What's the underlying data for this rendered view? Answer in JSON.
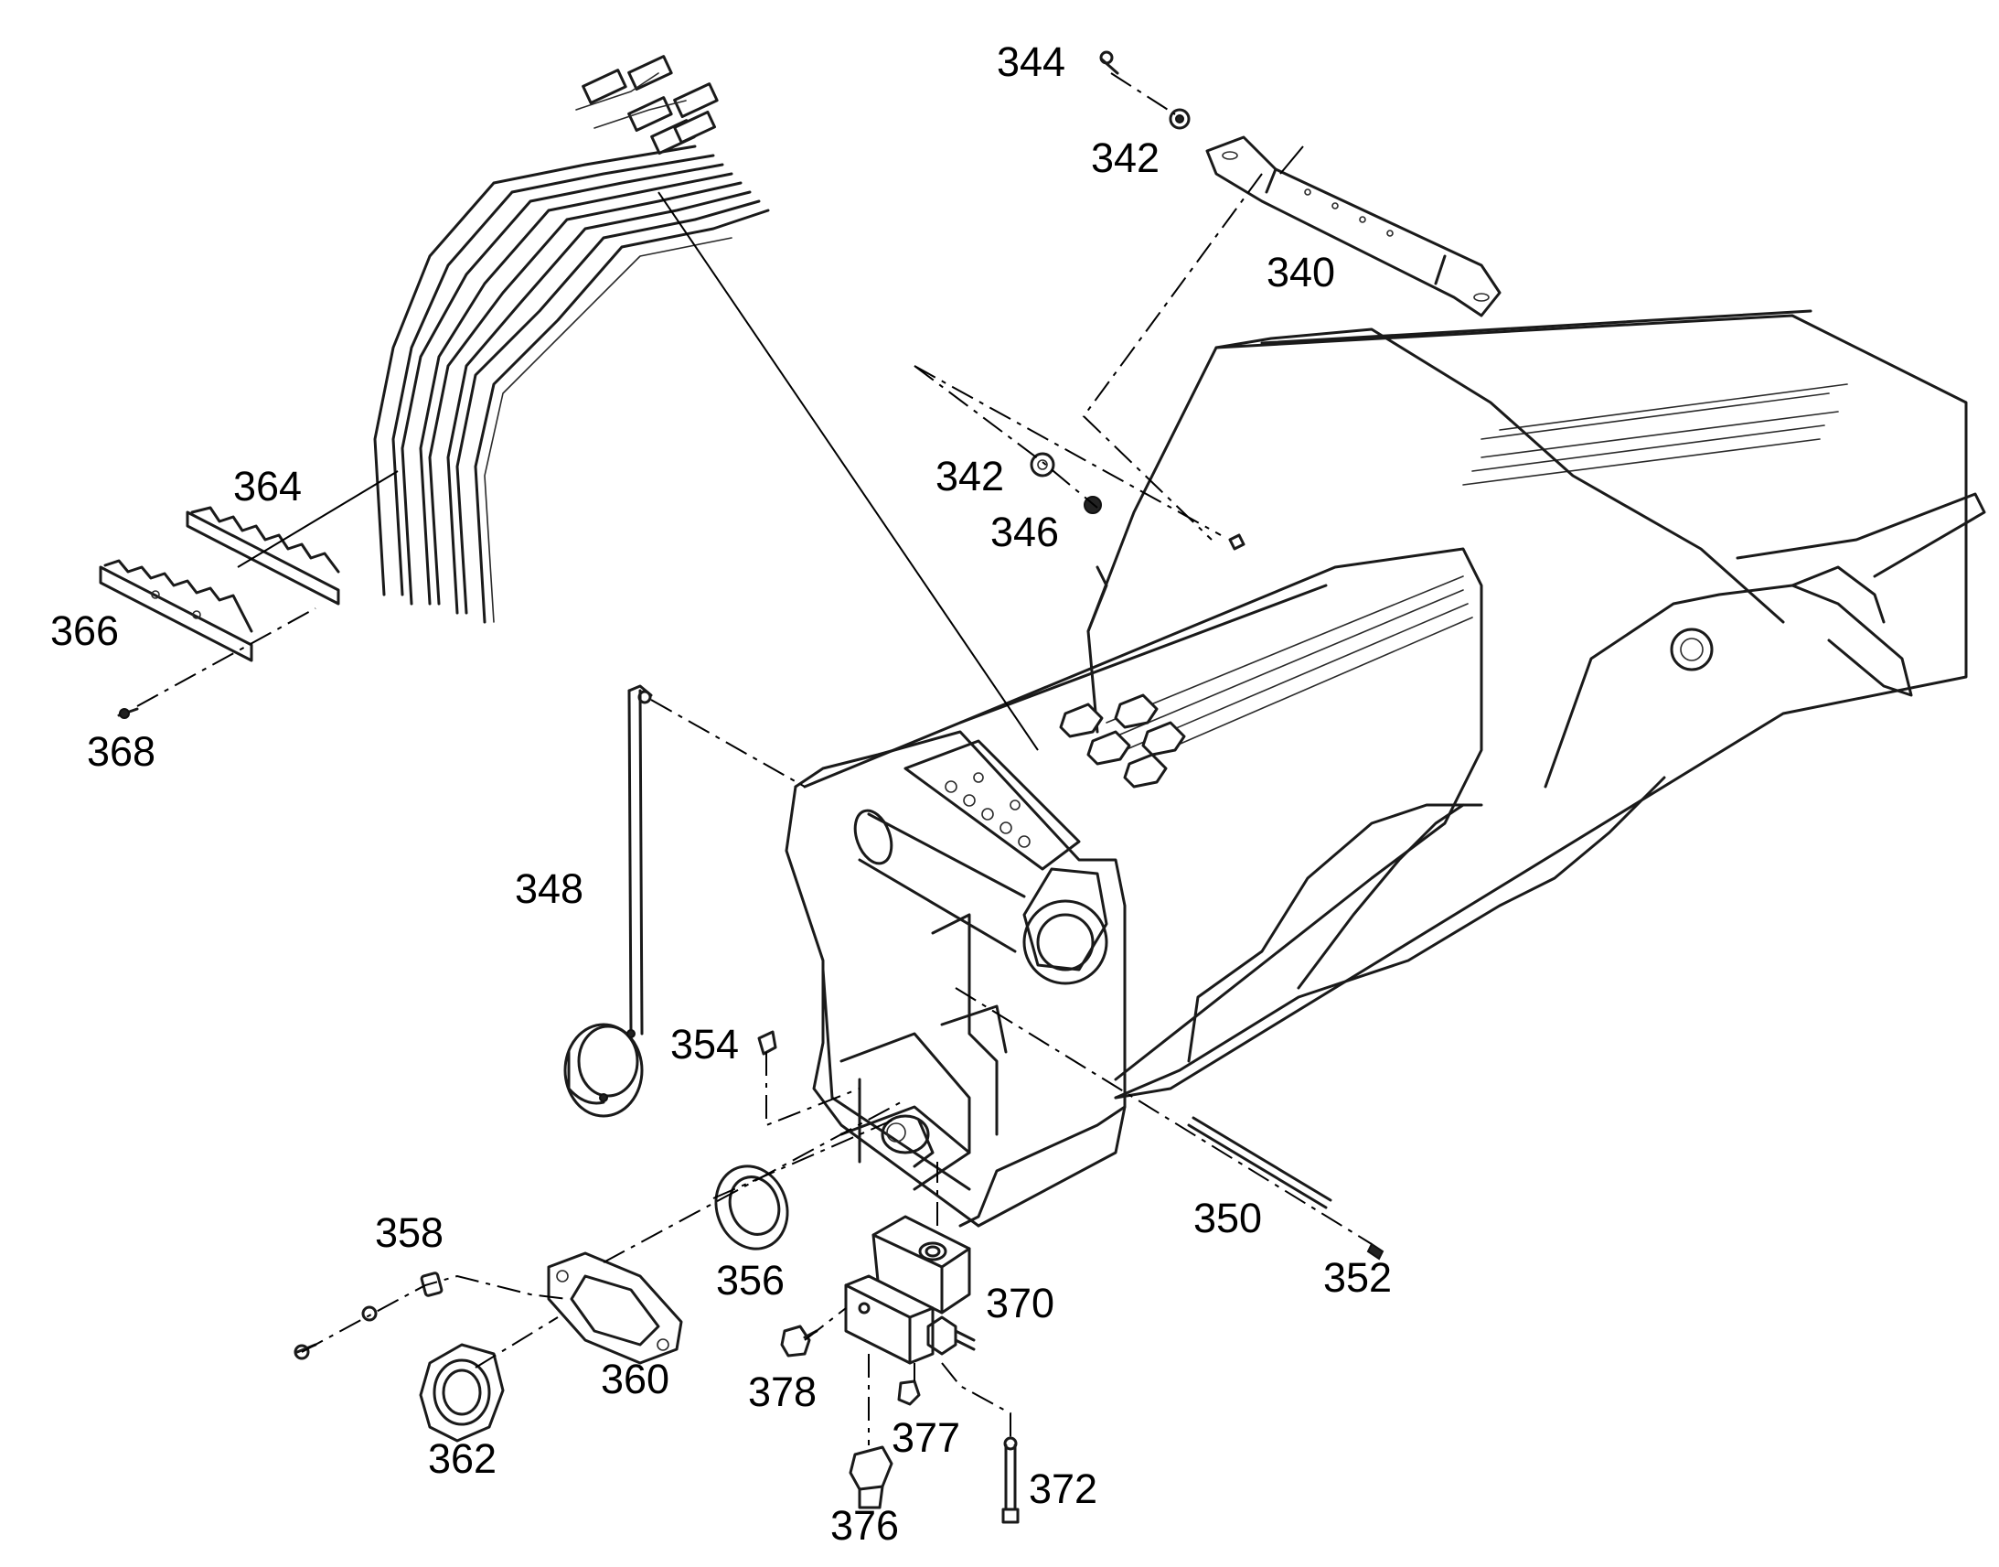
{
  "diagram": {
    "callouts": [
      {
        "id": "c344",
        "label": "344"
      },
      {
        "id": "c342a",
        "label": "342"
      },
      {
        "id": "c340",
        "label": "340"
      },
      {
        "id": "c342b",
        "label": "342"
      },
      {
        "id": "c346",
        "label": "346"
      },
      {
        "id": "c364",
        "label": "364"
      },
      {
        "id": "c366",
        "label": "366"
      },
      {
        "id": "c368",
        "label": "368"
      },
      {
        "id": "c348",
        "label": "348"
      },
      {
        "id": "c354",
        "label": "354"
      },
      {
        "id": "c358",
        "label": "358"
      },
      {
        "id": "c356",
        "label": "356"
      },
      {
        "id": "c370",
        "label": "370"
      },
      {
        "id": "c350",
        "label": "350"
      },
      {
        "id": "c352",
        "label": "352"
      },
      {
        "id": "c360",
        "label": "360"
      },
      {
        "id": "c378",
        "label": "378"
      },
      {
        "id": "c377",
        "label": "377"
      },
      {
        "id": "c362",
        "label": "362"
      },
      {
        "id": "c372",
        "label": "372"
      },
      {
        "id": "c376",
        "label": "376"
      }
    ]
  }
}
